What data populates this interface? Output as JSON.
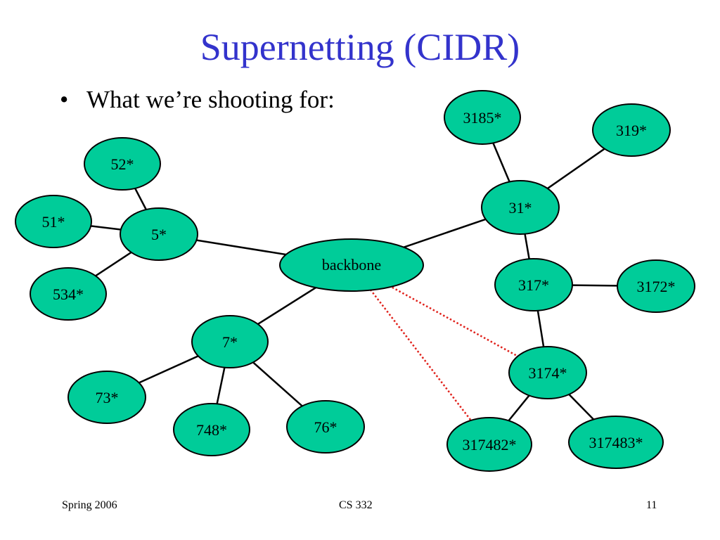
{
  "title": "Supernetting (CIDR)",
  "bullet": {
    "marker": "•",
    "text": "What we’re shooting for:"
  },
  "colors": {
    "title": "#3333cc",
    "node_fill": "#00cc99",
    "edge": "#000000",
    "dotted_edge": "#e0201a"
  },
  "nodes": [
    {
      "id": "backbone",
      "label": "backbone"
    },
    {
      "id": "n52",
      "label": "52*"
    },
    {
      "id": "n51",
      "label": "51*"
    },
    {
      "id": "n5",
      "label": "5*"
    },
    {
      "id": "n534",
      "label": "534*"
    },
    {
      "id": "n7",
      "label": "7*"
    },
    {
      "id": "n73",
      "label": "73*"
    },
    {
      "id": "n748",
      "label": "748*"
    },
    {
      "id": "n76",
      "label": "76*"
    },
    {
      "id": "n3185",
      "label": "3185*"
    },
    {
      "id": "n319",
      "label": "319*"
    },
    {
      "id": "n31",
      "label": "31*"
    },
    {
      "id": "n317",
      "label": "317*"
    },
    {
      "id": "n3172",
      "label": "3172*"
    },
    {
      "id": "n3174",
      "label": "3174*"
    },
    {
      "id": "n317482",
      "label": "317482*"
    },
    {
      "id": "n317483",
      "label": "317483*"
    }
  ],
  "edges": [
    {
      "from": "n52",
      "to": "n5",
      "style": "solid"
    },
    {
      "from": "n51",
      "to": "n5",
      "style": "solid"
    },
    {
      "from": "n534",
      "to": "n5",
      "style": "solid"
    },
    {
      "from": "n5",
      "to": "backbone",
      "style": "solid"
    },
    {
      "from": "backbone",
      "to": "n7",
      "style": "solid"
    },
    {
      "from": "n7",
      "to": "n73",
      "style": "solid"
    },
    {
      "from": "n7",
      "to": "n748",
      "style": "solid"
    },
    {
      "from": "n7",
      "to": "n76",
      "style": "solid"
    },
    {
      "from": "backbone",
      "to": "n31",
      "style": "solid"
    },
    {
      "from": "n3185",
      "to": "n31",
      "style": "solid"
    },
    {
      "from": "n319",
      "to": "n31",
      "style": "solid"
    },
    {
      "from": "n31",
      "to": "n317",
      "style": "solid"
    },
    {
      "from": "n317",
      "to": "n3172",
      "style": "solid"
    },
    {
      "from": "n317",
      "to": "n3174",
      "style": "solid"
    },
    {
      "from": "n3174",
      "to": "n317482",
      "style": "solid"
    },
    {
      "from": "n3174",
      "to": "n317483",
      "style": "solid"
    },
    {
      "from": "backbone",
      "to": "n3174",
      "style": "dotted"
    },
    {
      "from": "backbone",
      "to": "n317482",
      "style": "dotted"
    }
  ],
  "footer": {
    "left": "Spring 2006",
    "center": "CS 332",
    "right": "11"
  }
}
